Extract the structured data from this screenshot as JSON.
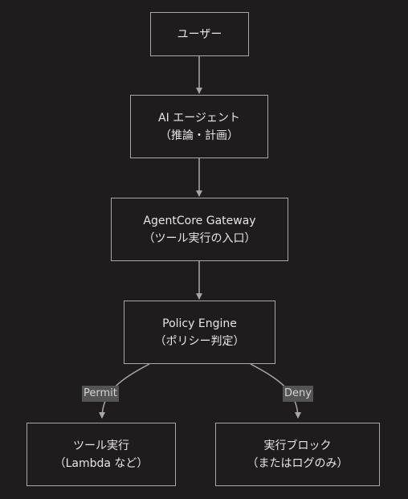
{
  "nodes": {
    "user": {
      "line1": "ユーザー"
    },
    "agent": {
      "line1": "AI エージェント",
      "line2": "（推論・計画）"
    },
    "gateway": {
      "line1": "AgentCore Gateway",
      "line2": "（ツール実行の入口）"
    },
    "policy": {
      "line1": "Policy Engine",
      "line2": "（ポリシー判定）"
    },
    "tool": {
      "line1": "ツール実行",
      "line2": "（Lambda など）"
    },
    "block": {
      "line1": "実行ブロック",
      "line2": "（またはログのみ）"
    }
  },
  "edges": {
    "permit": "Permit",
    "deny": "Deny"
  },
  "colors": {
    "background": "#1f1c1d",
    "stroke": "#a8a8a8",
    "text": "#e6e6e6",
    "edge_label_bg": "#545454"
  }
}
